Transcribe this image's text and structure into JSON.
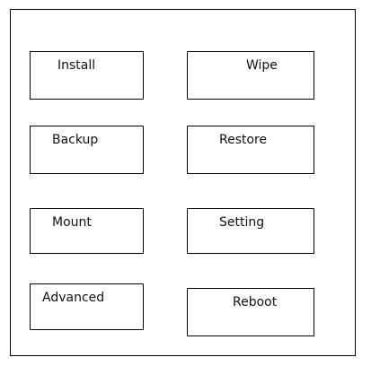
{
  "menu": {
    "left_column": [
      {
        "id": "install",
        "label": "Install"
      },
      {
        "id": "backup",
        "label": "Backup"
      },
      {
        "id": "mount",
        "label": "Mount"
      },
      {
        "id": "advanced",
        "label": "Advanced"
      }
    ],
    "right_column": [
      {
        "id": "wipe",
        "label": "Wipe"
      },
      {
        "id": "restore",
        "label": "Restore"
      },
      {
        "id": "setting",
        "label": "Setting"
      },
      {
        "id": "reboot",
        "label": "Reboot"
      }
    ]
  },
  "colors": {
    "background": "#ffffff",
    "border": "#000000",
    "text": "#111111"
  }
}
